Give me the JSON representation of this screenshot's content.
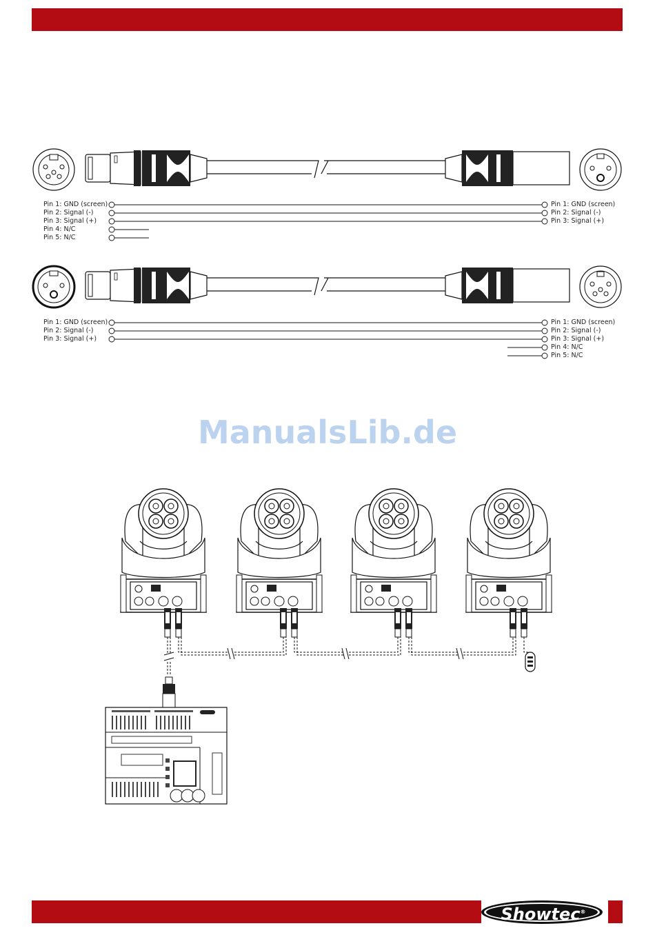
{
  "colors": {
    "brand_red": "#b30c12",
    "watermark": "#bcd3ef",
    "line": "#111111"
  },
  "watermark": "ManualsLib.de",
  "logo": {
    "text": "Show",
    "text2": "tec",
    "mark": "®"
  },
  "cable1": {
    "left_pins": [
      "Pin 1: GND (screen)",
      "Pin 2: Signal (-)",
      "Pin 3: Signal (+)",
      "Pin 4: N/C",
      "Pin 5: N/C"
    ],
    "right_pins": [
      "Pin 1: GND (screen)",
      "Pin 2: Signal (-)",
      "Pin 3: Signal (+)"
    ]
  },
  "cable2": {
    "left_pins": [
      "Pin 1: GND (screen)",
      "Pin 2: Signal (-)",
      "Pin 3: Signal (+)"
    ],
    "right_pins": [
      "Pin 1: GND (screen)",
      "Pin 2: Signal (-)",
      "Pin 3: Signal (+)",
      "Pin 4: N/C",
      "Pin 5: N/C"
    ]
  }
}
